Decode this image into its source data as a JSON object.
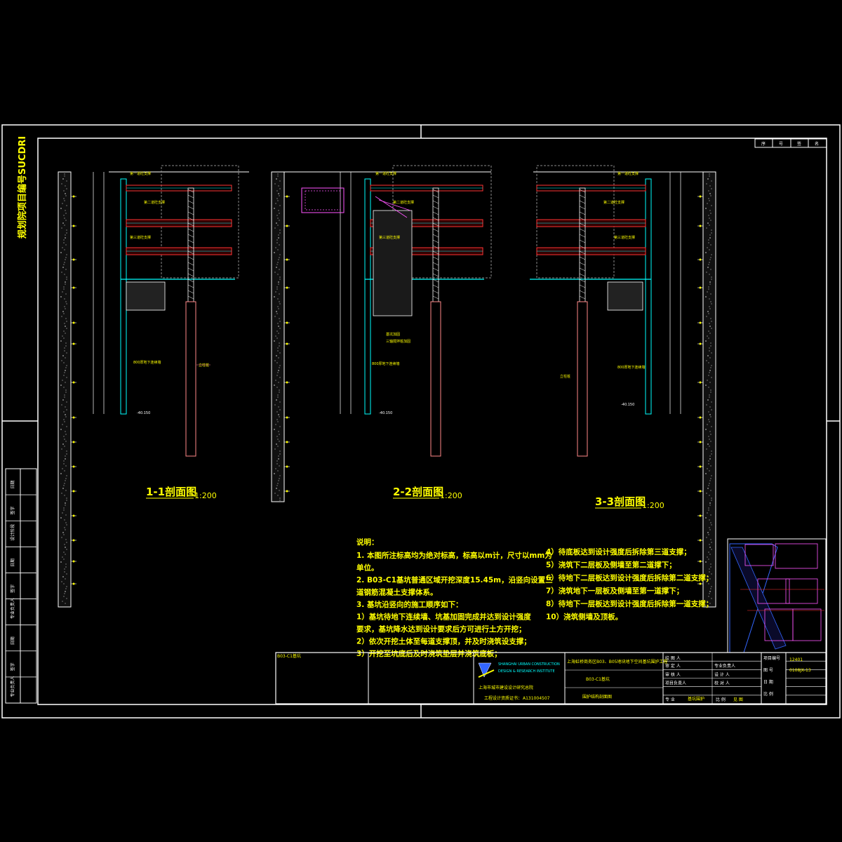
{
  "drawing_number_vertical": "规划院项目编号SUCDRI",
  "sections": [
    {
      "title": "1-1剖面图",
      "scale": "1:200"
    },
    {
      "title": "2-2剖面图",
      "scale": "1:200"
    },
    {
      "title": "3-3剖面图",
      "scale": "1:200"
    }
  ],
  "support_labels": {
    "first": "第一道砼支撑",
    "second": "第二道砼支撑",
    "third": "第三道砼支撑",
    "column": "立柱桩"
  },
  "notes": {
    "heading": "说明：",
    "lines": [
      "1. 本图所注标高均为绝对标高，标高以m计，尺寸以mm为",
      "单位。",
      "2. B03-C1基坑普通区域开挖深度15.45m，沿竖向设置三",
      "道钢筋混凝土支撑体系。",
      "3. 基坑沿竖向的施工顺序如下：",
      "  1）基坑待地下连续墙、坑基加固完成并达到设计强度",
      "要求，基坑降水达到设计要求后方可进行土方开挖；",
      "  2）依次开挖土体至每道支撑顶，并及时浇筑设支撑；",
      "3）开挖至坑底后及时浇筑垫层并浇筑底板；"
    ],
    "lines_right": [
      "4）待底板达到设计强度后拆除第三道支撑；",
      "5）浇筑下二层板及侧墙至第二道撑下；",
      "6）待地下二层板达到设计强度后拆除第二道支撑；",
      "7）浇筑地下一层板及侧墙至第一道撑下；",
      "8）待地下一层板达到设计强度后拆除第一道支撑；",
      "10）浇筑侧墙及顶板。"
    ]
  },
  "title_block": {
    "institute_en_1": "SHANGHAI URBAN CONSTRUCTION",
    "institute_en_2": "DESIGN & RESEARCH INSTITUTE",
    "institute_cn": "上海市城市建设设计研究总院",
    "cert": "工程设计资质证书：",
    "cert_no": "A131004507",
    "project": "上海虹桥商务区B03、B05地块地下空间基坑围护工程",
    "stage": "B03-C1基坑",
    "drawing_name": "围护结构剖面图",
    "roles": [
      "审 定 人",
      "审 核 人",
      "项目负责人",
      "专业负责人",
      "设 计 人",
      "校 对 人",
      "绘 图 人"
    ],
    "fields": [
      "项目编号",
      "图 号",
      "日 期",
      "比 例"
    ],
    "proj_no": "12401",
    "drawing_no": "0108JX-13",
    "spec": "专 业",
    "spec_val": "基坑围护",
    "ratio": "比 例",
    "ratio_val": "见 图"
  },
  "top_right_box": [
    "序",
    "号",
    "签",
    "名"
  ],
  "left_strip": [
    "日期",
    "签字",
    "设计阶段",
    "日期",
    "签字",
    "专业负责人",
    "日期",
    "签字",
    "专业负责人"
  ]
}
